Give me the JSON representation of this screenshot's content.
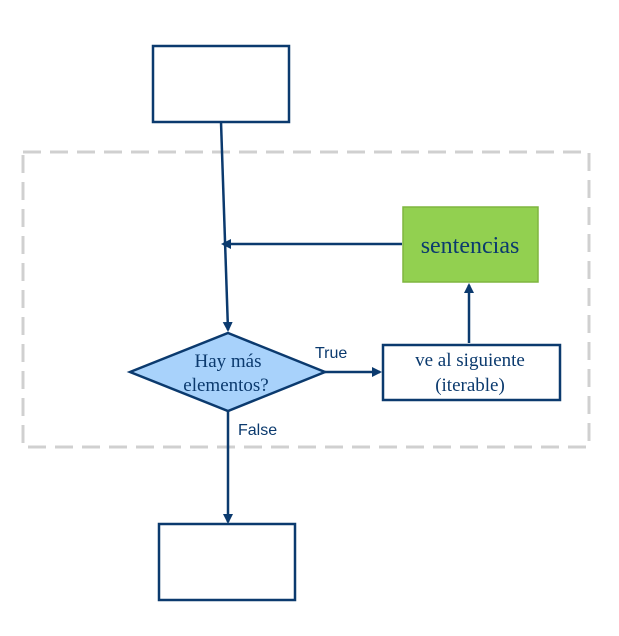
{
  "diagram": {
    "nodes": {
      "start_box": {
        "label": ""
      },
      "decision": {
        "line1": "Hay más",
        "line2": "elementos?"
      },
      "next_item": {
        "line1": "ve al siguiente",
        "line2": "(iterable)"
      },
      "statements": {
        "label": "sentencias"
      },
      "end_box": {
        "label": ""
      }
    },
    "edges": {
      "true_label": "True",
      "false_label": "False"
    },
    "colors": {
      "line": "#0b3a6e",
      "decision_fill": "#a8d2fb",
      "statements_fill": "#92d050",
      "statements_border": "#7fb53f",
      "loop_border": "#d0d0d0"
    }
  }
}
